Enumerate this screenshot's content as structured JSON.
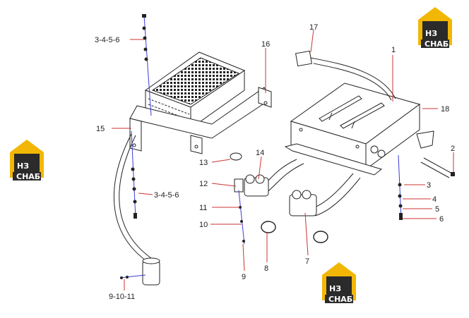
{
  "diagram": {
    "callouts": [
      "1",
      "2",
      "3",
      "4",
      "5",
      "6",
      "7",
      "8",
      "9",
      "10",
      "11",
      "12",
      "13",
      "14",
      "15",
      "16",
      "17",
      "18"
    ],
    "callout_groups": [
      "3-4-5-6",
      "3-4-5-6",
      "9-10-11"
    ]
  },
  "watermark": {
    "logo_letters": "НЗ",
    "logo_caption": "СНАБ"
  },
  "colors": {
    "line": "#222222",
    "leader_red": "#cc3333",
    "fastener_blue": "#3a3ad8",
    "logo_yellow": "#f2b705",
    "logo_dark": "#2b2b2b"
  }
}
